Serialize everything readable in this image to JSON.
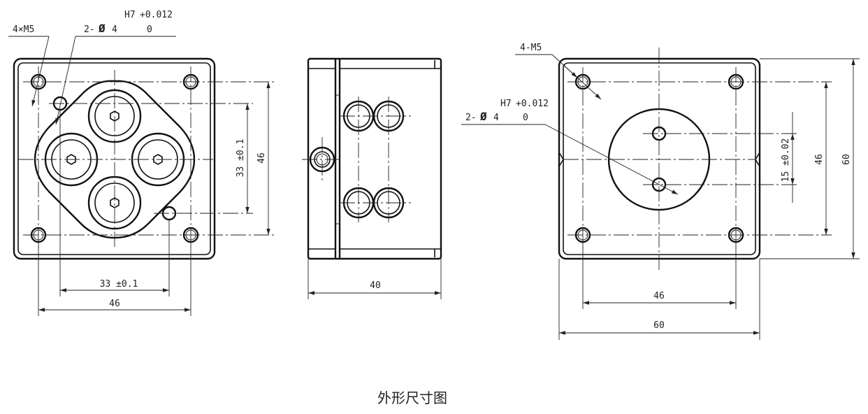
{
  "left_view": {
    "callout_thread": "4×M5",
    "callout_pin_count": "2-",
    "callout_pin_dia_symbol": "Ø",
    "callout_pin_dia": "4",
    "callout_tol_grade": "H7",
    "callout_tol_upper": "+0.012",
    "callout_tol_lower": "0",
    "dim_pin_vertical": "33 ±0.1",
    "dim_hole_vertical": "46",
    "dim_pin_horizontal": "33 ±0.1",
    "dim_hole_horizontal": "46"
  },
  "side_view": {
    "dim_width": "40"
  },
  "right_view": {
    "callout_thread": "4-M5",
    "callout_pin_count": "2-",
    "callout_pin_dia_symbol": "Ø",
    "callout_pin_dia": "4",
    "callout_tol_grade": "H7",
    "callout_tol_upper": "+0.012",
    "callout_tol_lower": "0",
    "dim_pin_vertical": "15 ±0.02",
    "dim_hole_vertical": "46",
    "dim_body_vertical": "60",
    "dim_hole_horizontal": "46",
    "dim_body_horizontal": "60"
  },
  "caption": "外形尺寸图"
}
